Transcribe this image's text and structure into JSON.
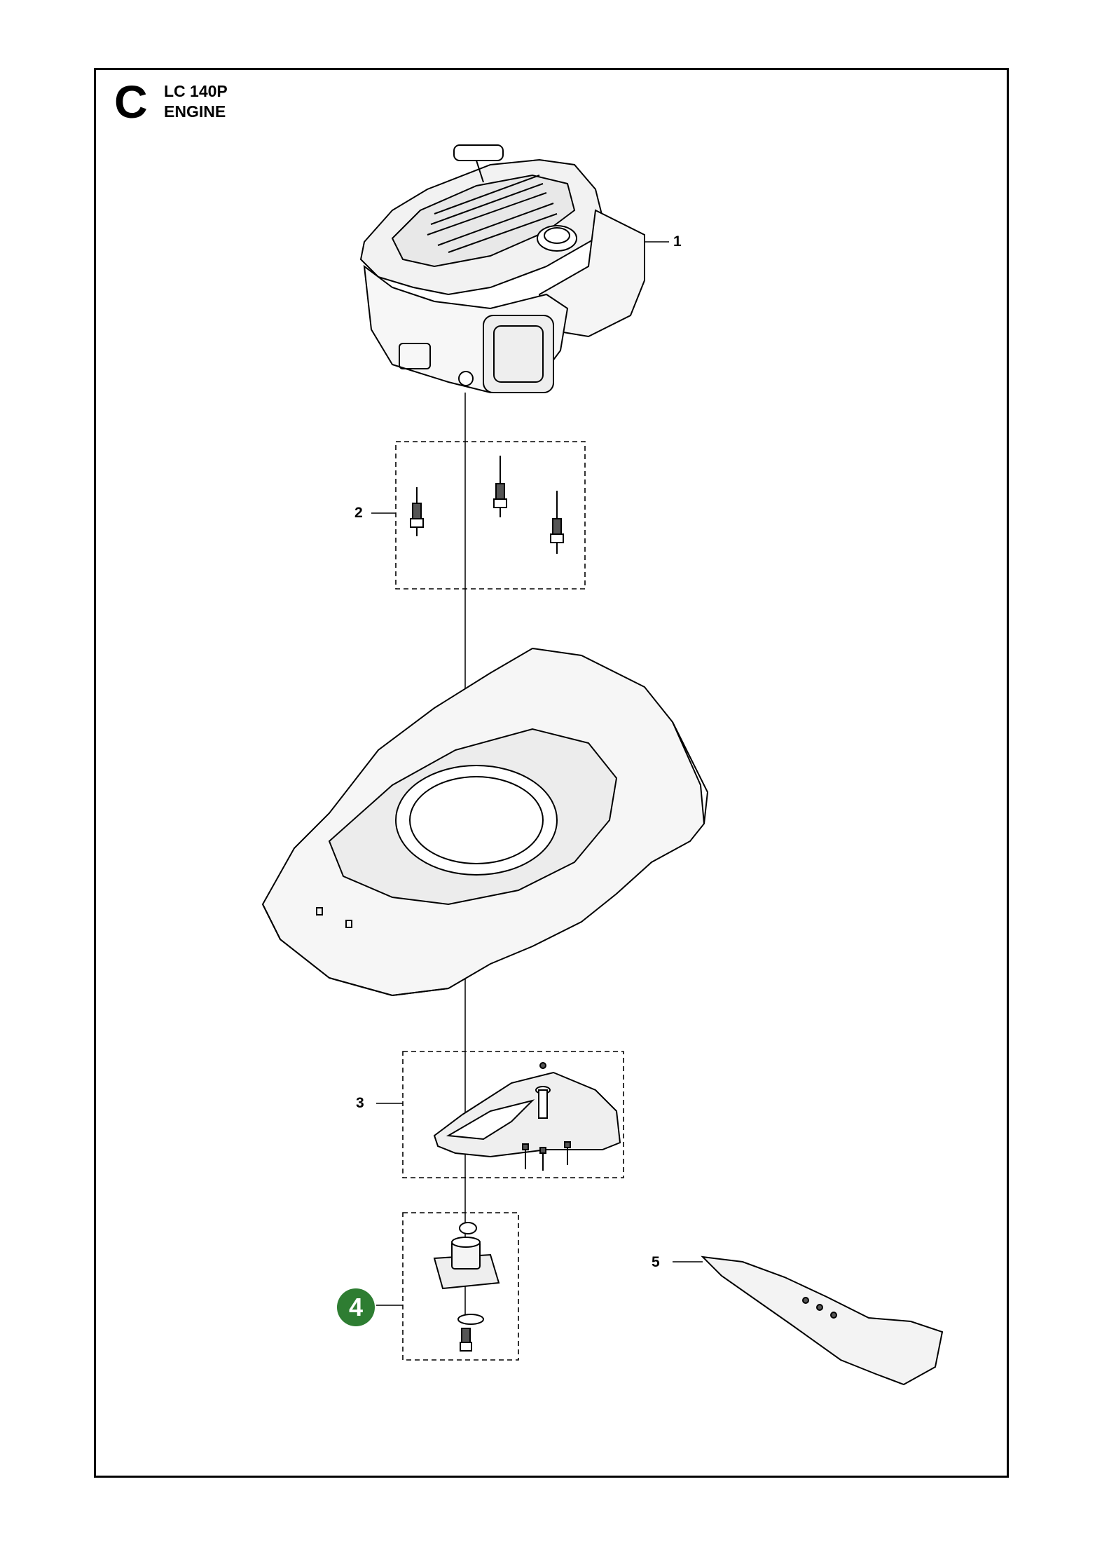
{
  "header": {
    "section_letter": "C",
    "model": "LC 140P",
    "group": "ENGINE"
  },
  "callouts": [
    {
      "number": "1",
      "part": "engine"
    },
    {
      "number": "2",
      "part": "engine-mounting-bolts"
    },
    {
      "number": "3",
      "part": "blade-guard-plate"
    },
    {
      "number": "4",
      "part": "blade-adapter-kit",
      "highlighted": true
    },
    {
      "number": "5",
      "part": "cutting-blade"
    }
  ],
  "colors": {
    "highlight_badge": "#2e7d32",
    "line_art": "#000000",
    "background": "#ffffff"
  }
}
